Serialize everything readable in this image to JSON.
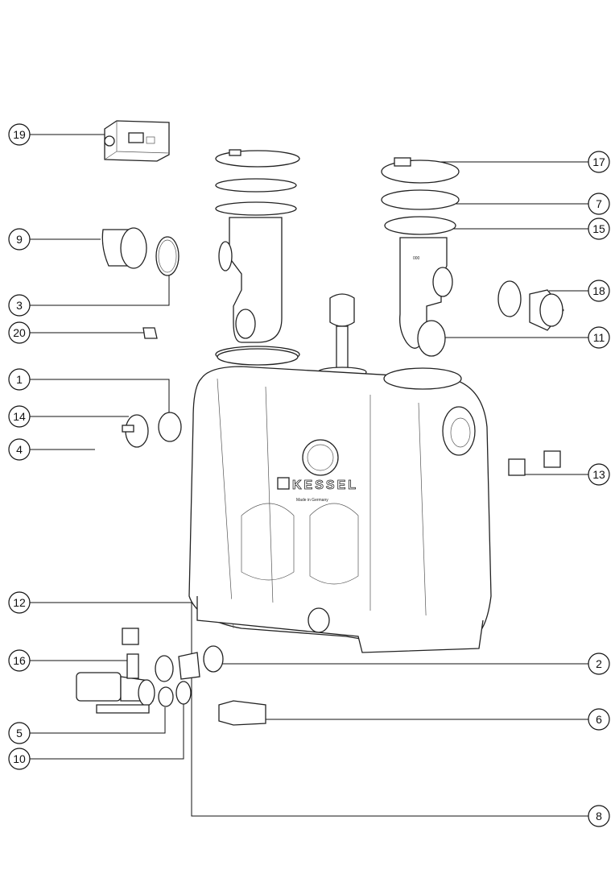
{
  "diagram": {
    "brand": "KESSEL",
    "made_in": "Made in Germany",
    "callouts": {
      "c1": "1",
      "c2": "2",
      "c3": "3",
      "c4": "4",
      "c5": "5",
      "c6": "6",
      "c7": "7",
      "c8": "8",
      "c9": "9",
      "c10": "10",
      "c11": "11",
      "c12": "12",
      "c13": "13",
      "c14": "14",
      "c15": "15",
      "c16": "16",
      "c17": "17",
      "c18": "18",
      "c19": "19",
      "c20": "20"
    }
  }
}
